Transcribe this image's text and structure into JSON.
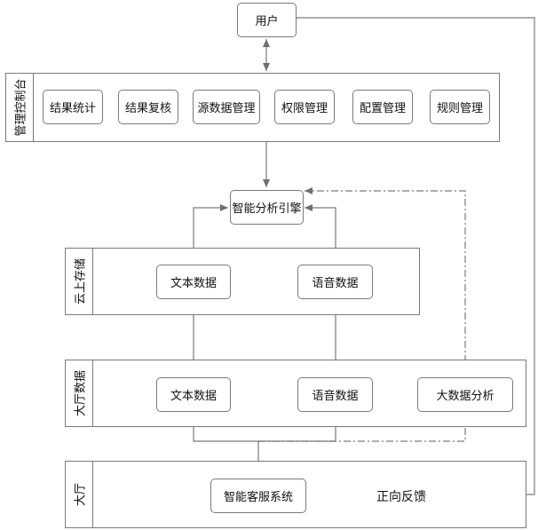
{
  "user": {
    "label": "用户"
  },
  "console": {
    "label": "管理控制台",
    "items": [
      {
        "label": "结果统计"
      },
      {
        "label": "结果复核"
      },
      {
        "label": "源数据管理"
      },
      {
        "label": "权限管理"
      },
      {
        "label": "配置管理"
      },
      {
        "label": "规则管理"
      }
    ]
  },
  "engine": {
    "label": "智能分析引擎"
  },
  "cloud": {
    "label": "云上存储",
    "text": "文本数据",
    "voice": "语音数据"
  },
  "hall_data": {
    "label": "大厅数据",
    "text": "文本数据",
    "voice": "语音数据",
    "bigdata": "大数据分析"
  },
  "hall": {
    "label": "大厅",
    "system": "智能客服系统"
  },
  "feedback_label": "正向反馈",
  "colors": {
    "line": "#7a7a7a",
    "border": "#7a7a7a"
  }
}
